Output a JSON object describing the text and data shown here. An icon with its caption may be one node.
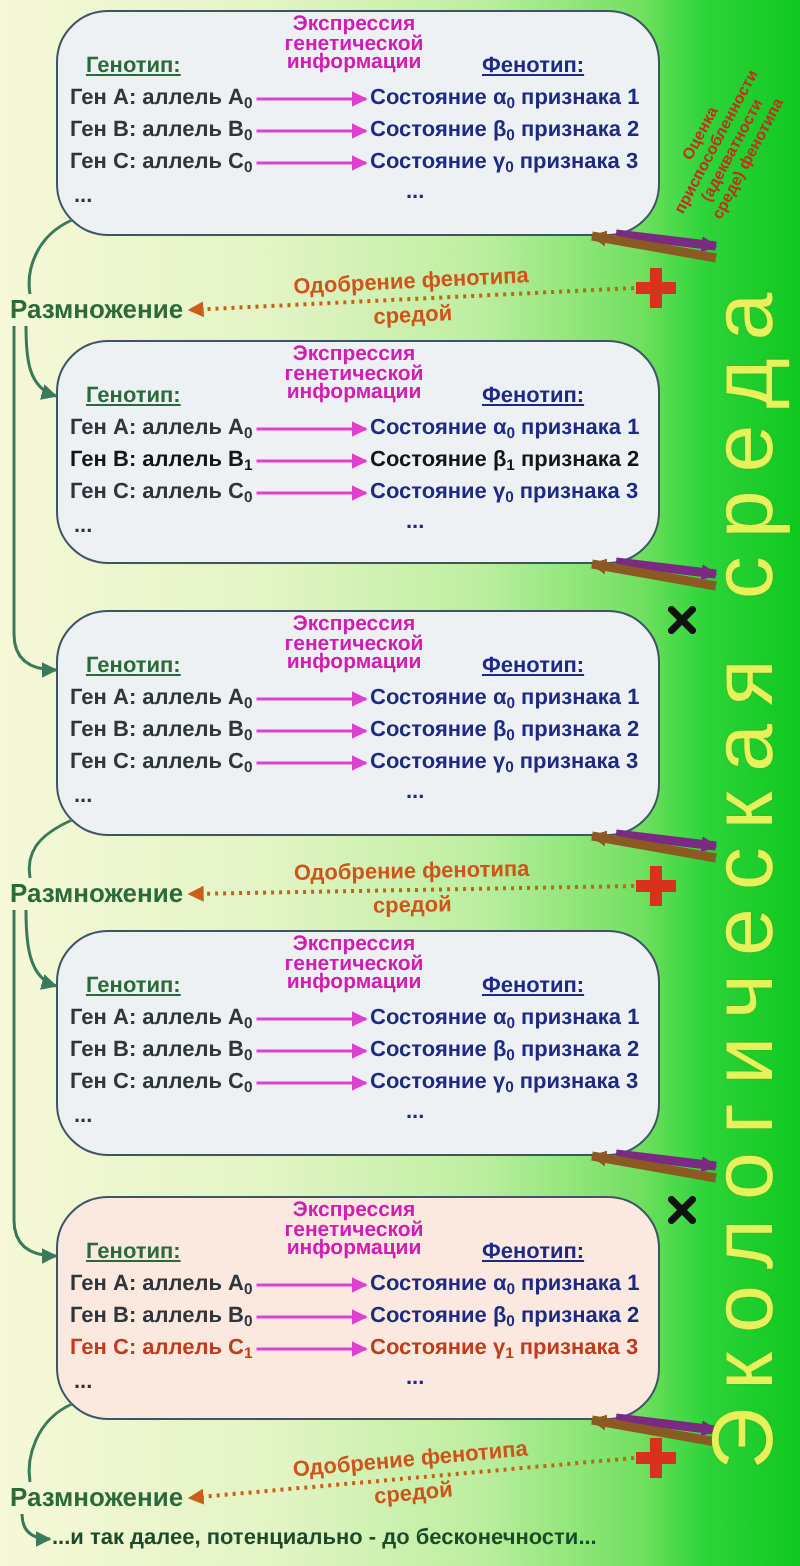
{
  "diagram": {
    "nodes": [
      {
        "text": [
          "Генотип:",
          "Экспрессия генетической информации",
          "Фенотип:",
          "...",
          "..."
        ]
      },
      {
        "text": [
          "Ген А: аллель А$_{0}$"
        ],
        "in": 0
      },
      {
        "text": [
          "Ген В: аллель В$_{0}$"
        ],
        "in": 0
      },
      {
        "text": [
          "Ген С: аллель С$_{0}$"
        ],
        "in": 0
      },
      {
        "text": [
          "Состояние α$_{0}$ признака 1"
        ],
        "in": 0
      },
      {
        "text": [
          "Состояние β$_{0}$ признака 2"
        ],
        "in": 0
      },
      {
        "text": [
          "Состояние γ$_{0}$ признака 3"
        ],
        "in": 0
      },
      {
        "text": [],
        "shape": "plus"
      },
      {
        "text": [
          "Размножение"
        ]
      },
      {
        "text": [
          "Генотип:",
          "Экспрессия генетической информации",
          "Фенотип:",
          "...",
          "..."
        ]
      },
      {
        "text": [
          "Ген А: аллель А$_{0}$"
        ],
        "in": 9
      },
      {
        "text": [
          "Ген В: аллель В$_{1}$"
        ],
        "in": 9
      },
      {
        "text": [
          "Ген С: аллель С$_{0}$"
        ],
        "in": 9
      },
      {
        "text": [
          "Состояние α$_{0}$ признака 1"
        ],
        "in": 9
      },
      {
        "text": [
          "Состояние β$_{1}$ признака 2"
        ],
        "in": 9
      },
      {
        "text": [
          "Состояние γ$_{0}$ признака 3"
        ],
        "in": 9
      },
      {
        "text": [
          "Генотип:",
          "Экспрессия генетической информации",
          "Фенотип:",
          "...",
          "..."
        ]
      },
      {
        "text": [
          "Ген А: аллель А$_{0}$"
        ],
        "in": 16
      },
      {
        "text": [
          "Ген В: аллель В$_{0}$"
        ],
        "in": 16
      },
      {
        "text": [
          "Ген С: аллель С$_{0}$"
        ],
        "in": 16
      },
      {
        "text": [
          "Состояние α$_{0}$ признака 1"
        ],
        "in": 16
      },
      {
        "text": [
          "Состояние β$_{0}$ признака 2"
        ],
        "in": 16
      },
      {
        "text": [
          "Состояние γ$_{0}$ признака 3"
        ],
        "in": 16
      },
      {
        "text": [],
        "shape": "plus"
      },
      {
        "text": [
          "Размножение"
        ]
      },
      {
        "text": [
          "Генотип:",
          "Экспрессия генетической информации",
          "Фенотип:",
          "...",
          "..."
        ]
      },
      {
        "text": [
          "Ген А: аллель А$_{0}$"
        ],
        "in": 25
      },
      {
        "text": [
          "Ген В: аллель В$_{0}$"
        ],
        "in": 25
      },
      {
        "text": [
          "Ген С: аллель С$_{0}$"
        ],
        "in": 25
      },
      {
        "text": [
          "Состояние α$_{0}$ признака 1"
        ],
        "in": 25
      },
      {
        "text": [
          "Состояние β$_{0}$ признака 2"
        ],
        "in": 25
      },
      {
        "text": [
          "Состояние γ$_{0}$ признака 3"
        ],
        "in": 25
      },
      {
        "text": [
          "Генотип:",
          "Экспрессия генетической информации",
          "Фенотип:",
          "...",
          "..."
        ]
      },
      {
        "text": [
          "Ген А: аллель А$_{0}$"
        ],
        "in": 32
      },
      {
        "text": [
          "Ген В: аллель В$_{0}$"
        ],
        "in": 32
      },
      {
        "text": [
          "Ген С: аллель С$_{1}$"
        ],
        "in": 32
      },
      {
        "text": [
          "Состояние α$_{0}$ признака 1"
        ],
        "in": 32
      },
      {
        "text": [
          "Состояние β$_{0}$ признака 2"
        ],
        "in": 32
      },
      {
        "text": [
          "Состояние γ$_{1}$ признака 3"
        ],
        "in": 32
      },
      {
        "text": [],
        "shape": "plus"
      },
      {
        "text": [
          "Размножение"
        ]
      },
      {
        "text": [
          "...и так далее, потенциально - до бесконечности..."
        ]
      },
      {
        "text": [
          "Экологическая среда"
        ]
      }
    ],
    "edges": [
      {
        "from": 1,
        "to": 4,
        "arrow": "to"
      },
      {
        "from": 2,
        "to": 5,
        "arrow": "to"
      },
      {
        "from": 3,
        "to": 6,
        "arrow": "to"
      },
      {
        "from": 0,
        "to": 42,
        "arrow": "to",
        "label": "Оценка приспособленности (адекватности среде) фенотипа",
        "style": "thick",
        "color": "#7a2a80"
      },
      {
        "from": 42,
        "to": 0,
        "arrow": "to",
        "style": "thick",
        "color": "#8a5a22"
      },
      {
        "from": 7,
        "to": 8,
        "arrow": "to",
        "label": "Одобрение фенотипа средой",
        "style": "dashed",
        "color": "#c8601a"
      },
      {
        "from": 0,
        "to": 8,
        "arrow": "none",
        "color": "#3a7a5a"
      },
      {
        "from": 8,
        "to": 9,
        "arrow": "to",
        "color": "#3a7a5a"
      },
      {
        "from": 8,
        "to": 16,
        "arrow": "to",
        "color": "#3a7a5a"
      },
      {
        "from": 10,
        "to": 13,
        "arrow": "to"
      },
      {
        "from": 11,
        "to": 14,
        "arrow": "to"
      },
      {
        "from": 12,
        "to": 15,
        "arrow": "to"
      },
      {
        "from": 9,
        "to": 42,
        "arrow": "to",
        "style": "thick",
        "color": "#7a2a80"
      },
      {
        "from": 42,
        "to": 9,
        "arrow": "to",
        "style": "thick",
        "color": "#8a5a22"
      },
      {
        "from": 17,
        "to": 20,
        "arrow": "to"
      },
      {
        "from": 18,
        "to": 21,
        "arrow": "to"
      },
      {
        "from": 19,
        "to": 22,
        "arrow": "to"
      },
      {
        "from": 16,
        "to": 42,
        "arrow": "to",
        "style": "thick",
        "color": "#7a2a80"
      },
      {
        "from": 42,
        "to": 16,
        "arrow": "to",
        "style": "thick",
        "color": "#8a5a22"
      },
      {
        "from": 23,
        "to": 24,
        "arrow": "to",
        "label": "Одобрение фенотипа средой",
        "style": "dashed",
        "color": "#c8601a"
      },
      {
        "from": 16,
        "to": 24,
        "arrow": "none",
        "color": "#3a7a5a"
      },
      {
        "from": 24,
        "to": 25,
        "arrow": "to",
        "color": "#3a7a5a"
      },
      {
        "from": 24,
        "to": 32,
        "arrow": "to",
        "color": "#3a7a5a"
      },
      {
        "from": 26,
        "to": 29,
        "arrow": "to"
      },
      {
        "from": 27,
        "to": 30,
        "arrow": "to"
      },
      {
        "from": 28,
        "to": 31,
        "arrow": "to"
      },
      {
        "from": 25,
        "to": 42,
        "arrow": "to",
        "style": "thick",
        "color": "#7a2a80"
      },
      {
        "from": 42,
        "to": 25,
        "arrow": "to",
        "style": "thick",
        "color": "#8a5a22"
      },
      {
        "from": 33,
        "to": 36,
        "arrow": "to"
      },
      {
        "from": 34,
        "to": 37,
        "arrow": "to"
      },
      {
        "from": 35,
        "to": 38,
        "arrow": "to"
      },
      {
        "from": 32,
        "to": 42,
        "arrow": "to",
        "style": "thick",
        "color": "#7a2a80"
      },
      {
        "from": 42,
        "to": 32,
        "arrow": "to",
        "style": "thick",
        "color": "#8a5a22"
      },
      {
        "from": 39,
        "to": 40,
        "arrow": "to",
        "label": "Одобрение фенотипа средой",
        "style": "dashed",
        "color": "#c8601a"
      },
      {
        "from": 32,
        "to": 40,
        "arrow": "none",
        "color": "#3a7a5a"
      },
      {
        "from": 40,
        "to": 41,
        "arrow": "to",
        "color": "#3a7a5a"
      }
    ]
  }
}
